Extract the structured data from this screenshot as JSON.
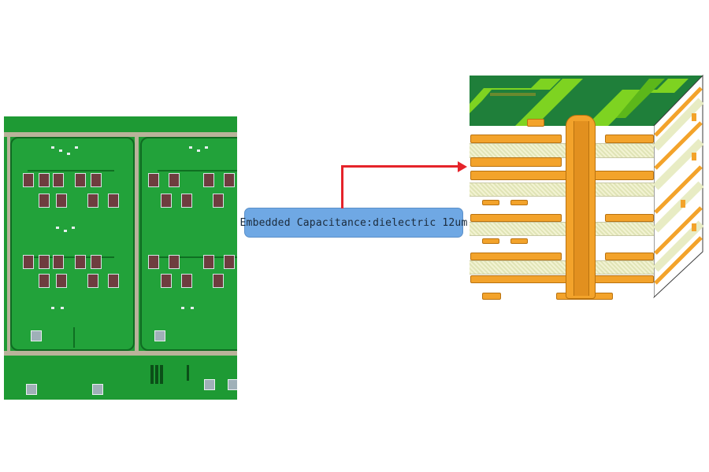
{
  "figure": {
    "type": "diagram",
    "description": "Embedded capacitance PCB illustration: photo of a green PCB on the left, callout label with red arrow pointing to a multilayer PCB cross-section on the right"
  },
  "callout": {
    "label": "Embedded Capacitance:dielectric 12um",
    "background_color": "#6fa8e4",
    "arrow_color": "#e5232a"
  },
  "pcb_photo": {
    "board_color": "#1e9a34",
    "panels": 2
  },
  "cross_section": {
    "top_mask_color": "#1f7f3a",
    "trace_color": "#7ed321",
    "copper_color": "#f3a32b",
    "dielectric_color": "#f2f3d2",
    "layers": [
      "copper",
      "dielectric",
      "copper",
      "copper",
      "dielectric",
      "copper",
      "copper",
      "dielectric",
      "copper",
      "copper",
      "dielectric",
      "copper",
      "copper"
    ]
  }
}
